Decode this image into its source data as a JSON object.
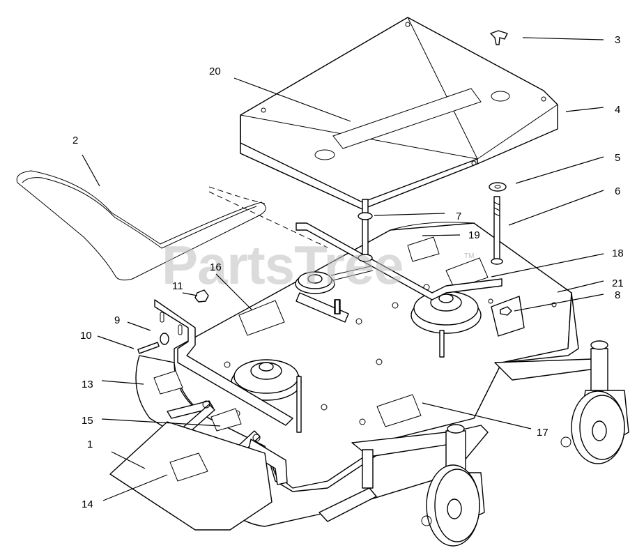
{
  "watermark": {
    "text": "PartsTree",
    "trademark": "TM"
  },
  "callouts": [
    {
      "id": "c1",
      "label": "1"
    },
    {
      "id": "c2",
      "label": "2"
    },
    {
      "id": "c3",
      "label": "3"
    },
    {
      "id": "c4",
      "label": "4"
    },
    {
      "id": "c5",
      "label": "5"
    },
    {
      "id": "c6",
      "label": "6"
    },
    {
      "id": "c7",
      "label": "7"
    },
    {
      "id": "c8",
      "label": "8"
    },
    {
      "id": "c9",
      "label": "9"
    },
    {
      "id": "c10",
      "label": "10"
    },
    {
      "id": "c11",
      "label": "11"
    },
    {
      "id": "c13",
      "label": "13"
    },
    {
      "id": "c14",
      "label": "14"
    },
    {
      "id": "c15",
      "label": "15"
    },
    {
      "id": "c16",
      "label": "16"
    },
    {
      "id": "c17",
      "label": "17"
    },
    {
      "id": "c18",
      "label": "18"
    },
    {
      "id": "c19",
      "label": "19"
    },
    {
      "id": "c20",
      "label": "20"
    },
    {
      "id": "c21",
      "label": "21"
    }
  ]
}
